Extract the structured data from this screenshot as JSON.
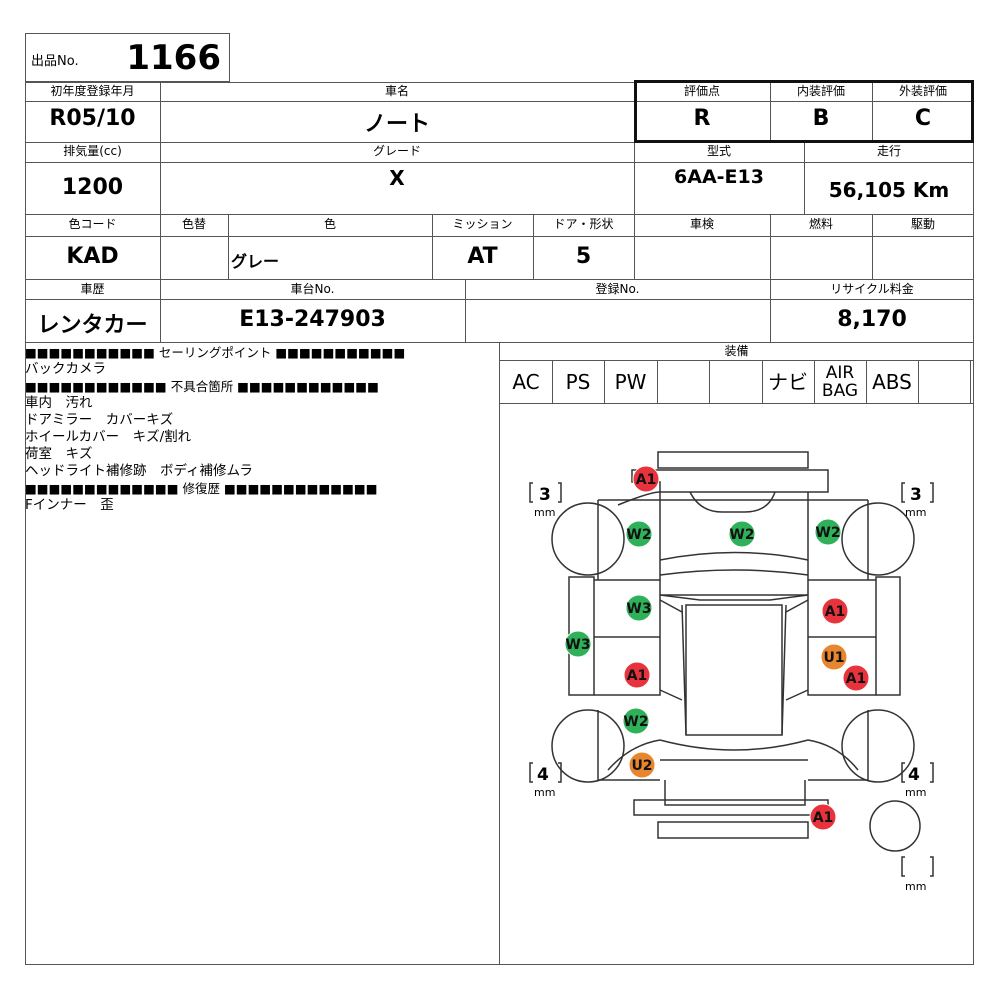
{
  "lot": {
    "label": "出品No.",
    "number": "1166"
  },
  "headers": {
    "first_reg": "初年度登録年月",
    "car_name": "車名",
    "score": "評価点",
    "interior": "内装評価",
    "exterior": "外装評価",
    "displacement": "排気量(cc)",
    "grade": "グレード",
    "model_code": "型式",
    "mileage": "走行",
    "color_code": "色コード",
    "repaint": "色替",
    "color": "色",
    "transmission": "ミッション",
    "doors": "ドア・形状",
    "inspection": "車検",
    "fuel": "燃料",
    "drive": "駆動",
    "history": "車歴",
    "chassis_no": "車台No.",
    "reg_no": "登録No.",
    "recycle_fee": "リサイクル料金",
    "equipment": "装備"
  },
  "values": {
    "first_reg": "R05/10",
    "car_name": "ノート",
    "score": "R",
    "interior": "B",
    "exterior": "C",
    "displacement": "1200",
    "grade": "X",
    "model_code": "6AA-E13",
    "mileage": "56,105 Km",
    "color_code": "KAD",
    "repaint": "",
    "color": "グレー",
    "transmission": "AT",
    "doors": "5",
    "inspection": "",
    "fuel": "",
    "drive": "",
    "history": "レンタカー",
    "chassis_no": "E13-247903",
    "reg_no": "",
    "recycle_fee": "8,170"
  },
  "notes": {
    "selling_header": "■■■■■■■■■■■ セーリングポイント ■■■■■■■■■■■",
    "selling_points": [
      "バックカメラ"
    ],
    "defects_header": "■■■■■■■■■■■■ 不具合箇所 ■■■■■■■■■■■■",
    "defects": [
      "車内　汚れ",
      "ドアミラー　カバーキズ",
      "ホイールカバー　キズ/割れ",
      "荷室　キズ",
      "ヘッドライト補修跡　ボディ補修ムラ"
    ],
    "repair_header": "■■■■■■■■■■■■■ 修復歴 ■■■■■■■■■■■■■",
    "repairs": [
      "Fインナー　歪"
    ]
  },
  "equipment": [
    "AC",
    "PS",
    "PW",
    "",
    "",
    "ナビ",
    "AIR BAG",
    "ABS",
    ""
  ],
  "tires": {
    "front_left": "3",
    "front_right": "3",
    "rear_left": "4",
    "rear_right": "4",
    "spare": "",
    "unit": "mm"
  },
  "damage_marks": [
    {
      "code": "A1",
      "color": "#e8323c",
      "location": "front bumper"
    },
    {
      "code": "W2",
      "color": "#2fb15a",
      "location": "left front fender"
    },
    {
      "code": "W2",
      "color": "#2fb15a",
      "location": "hood"
    },
    {
      "code": "W2",
      "color": "#2fb15a",
      "location": "right front fender"
    },
    {
      "code": "W3",
      "color": "#2fb15a",
      "location": "left front door"
    },
    {
      "code": "W3",
      "color": "#2fb15a",
      "location": "left pillar"
    },
    {
      "code": "A1",
      "color": "#e8323c",
      "location": "right front door"
    },
    {
      "code": "U1",
      "color": "#e8862f",
      "location": "right rear door"
    },
    {
      "code": "A1",
      "color": "#e8323c",
      "location": "right rear door edge"
    },
    {
      "code": "A1",
      "color": "#e8323c",
      "location": "left rear door"
    },
    {
      "code": "W2",
      "color": "#2fb15a",
      "location": "left rear fender"
    },
    {
      "code": "U2",
      "color": "#e8862f",
      "location": "back door"
    },
    {
      "code": "A1",
      "color": "#e8323c",
      "location": "rear bumper"
    }
  ]
}
